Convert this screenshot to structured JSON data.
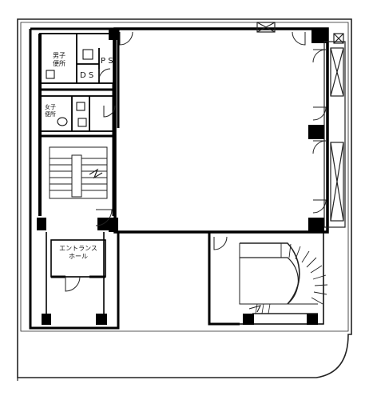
{
  "floor_plan": {
    "rooms": {
      "mens_toilet": "男子\n便所",
      "womens_toilet": "女子\n便所",
      "ps": "P S",
      "ds": "D S",
      "entrance_hall": "エントランス\nホール"
    },
    "colors": {
      "wall": "#000000",
      "line": "#222222",
      "background": "#ffffff"
    }
  }
}
